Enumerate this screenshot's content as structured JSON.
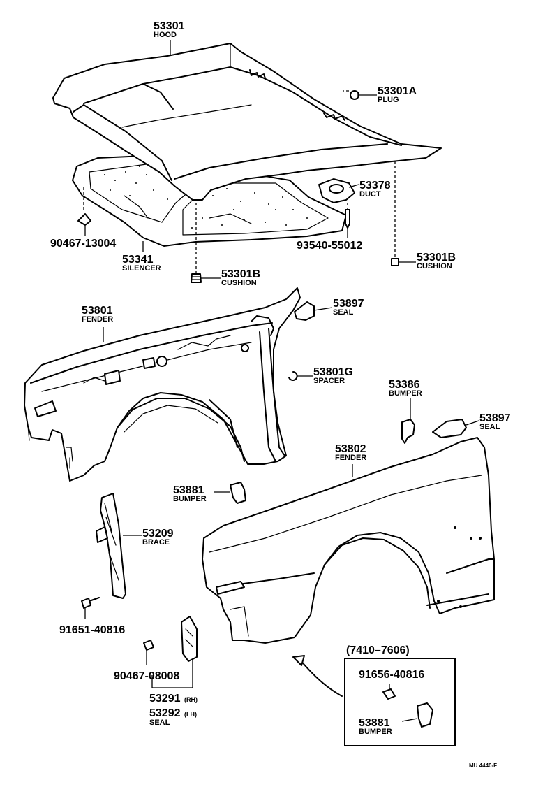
{
  "parts": {
    "hood": {
      "number": "53301",
      "name": "HOOD"
    },
    "plug": {
      "number": "53301A",
      "name": "PLUG"
    },
    "duct": {
      "number": "53378",
      "name": "DUCT"
    },
    "clip_90467_13004": {
      "number": "90467-13004"
    },
    "silencer": {
      "number": "53341",
      "name": "SILENCER"
    },
    "screw_93540_55012": {
      "number": "93540-55012"
    },
    "cushion_right": {
      "number": "53301B",
      "name": "CUSHION"
    },
    "cushion_center": {
      "number": "53301B",
      "name": "CUSHION"
    },
    "fender_rh": {
      "number": "53801",
      "name": "FENDER"
    },
    "seal_upper": {
      "number": "53897",
      "name": "SEAL"
    },
    "spacer": {
      "number": "53801G",
      "name": "SPACER"
    },
    "bumper_upper": {
      "number": "53386",
      "name": "BUMPER"
    },
    "seal_right": {
      "number": "53897",
      "name": "SEAL"
    },
    "fender_lh": {
      "number": "53802",
      "name": "FENDER"
    },
    "bumper_53881": {
      "number": "53881",
      "name": "BUMPER"
    },
    "brace": {
      "number": "53209",
      "name": "BRACE"
    },
    "bolt_91651_40816": {
      "number": "91651-40816"
    },
    "clip_90467_08008": {
      "number": "90467-08008"
    },
    "seal_53291": {
      "number": "53291",
      "side": "(RH)"
    },
    "seal_53292": {
      "number": "53292",
      "side": "(LH)",
      "name": "SEAL"
    }
  },
  "inset": {
    "title": "(7410–7606)",
    "bolt": {
      "number": "91656-40816"
    },
    "bumper": {
      "number": "53881",
      "name": "BUMPER"
    }
  },
  "footer_code": "MU 4440-F"
}
